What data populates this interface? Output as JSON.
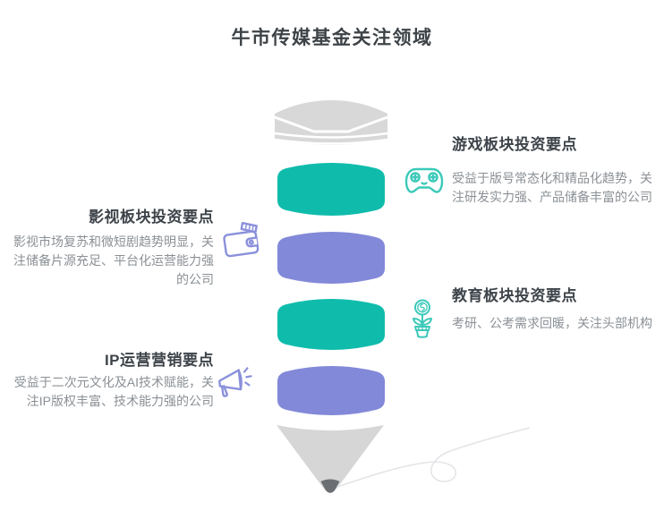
{
  "title": "牛市传媒基金关注领域",
  "colors": {
    "teal": "#0fbcac",
    "purple": "#8289d8",
    "eraser_gray": "#d8d8d8",
    "cone_gray": "#d6d6d6",
    "tip_gray": "#6b6f73",
    "title_text": "#3e4347",
    "section_title_text": "#3e444a",
    "body_text": "#8b9095"
  },
  "pencil": {
    "segments": [
      {
        "name": "eraser-cap",
        "color": "#d8d8d8"
      },
      {
        "name": "segment-game",
        "color": "#0fbcac"
      },
      {
        "name": "segment-film",
        "color": "#8289d8"
      },
      {
        "name": "segment-education",
        "color": "#0fbcac"
      },
      {
        "name": "segment-ip",
        "color": "#8289d8"
      },
      {
        "name": "cone",
        "color": "#d6d6d6"
      },
      {
        "name": "tip",
        "color": "#6b6f73"
      }
    ],
    "squiggle_color": "#e4e4e8"
  },
  "sections": [
    {
      "id": "game",
      "side": "right",
      "icon": "gamepad-icon",
      "icon_color": "#3cc9b9",
      "title": "游戏板块投资要点",
      "body": "受益于版号常态化和精品化趋势，关注研发实力强、产品储备丰富的公司"
    },
    {
      "id": "film",
      "side": "left",
      "icon": "wallet-icon",
      "icon_color": "#8a90db",
      "title": "影视板块投资要点",
      "body": "影视市场复苏和微短剧趋势明显，关注储备片源充足、平台化运营能力强的公司"
    },
    {
      "id": "education",
      "side": "right",
      "icon": "money-plant-icon",
      "icon_color": "#3cc9b9",
      "title": "教育板块投资要点",
      "body": "考研、公考需求回暖，关注头部机构"
    },
    {
      "id": "ip",
      "side": "left",
      "icon": "megaphone-icon",
      "icon_color": "#8a90db",
      "title": "IP运营营销要点",
      "body": "受益于二次元文化及AI技术赋能，关注IP版权丰富、技术能力强的公司"
    }
  ]
}
